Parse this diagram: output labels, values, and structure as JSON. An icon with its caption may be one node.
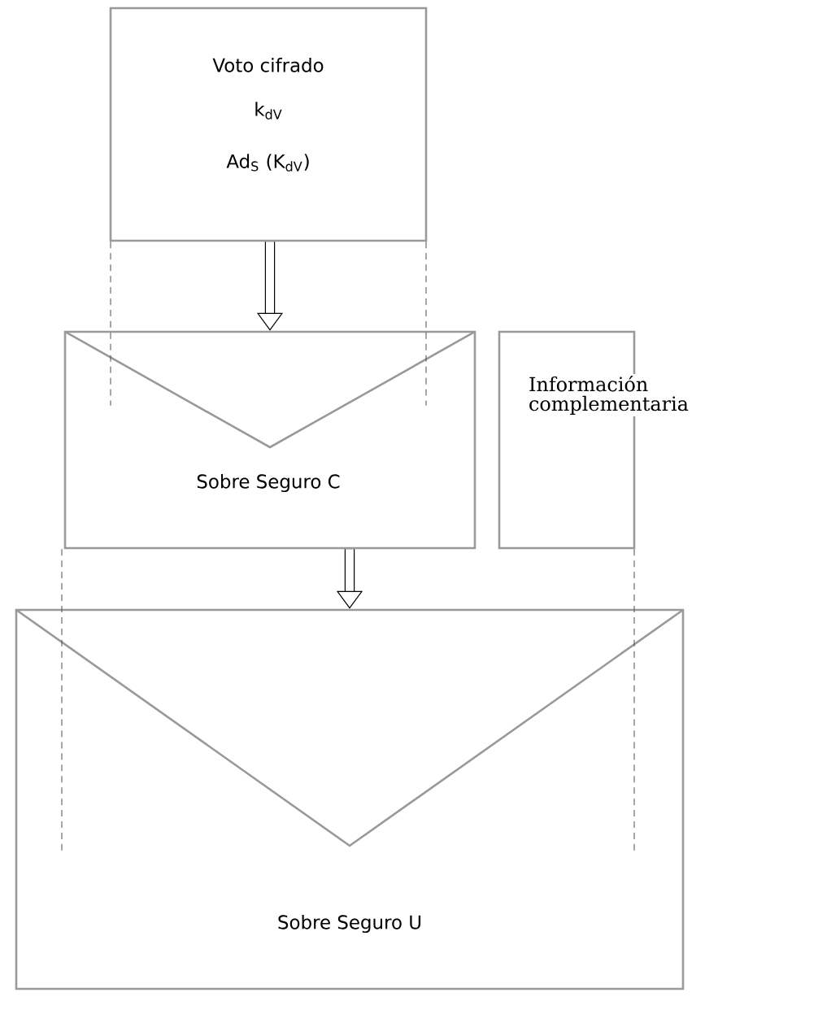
{
  "diagram": {
    "nodes": [
      {
        "text": [
          "Voto cifrado",
          "k$_{dV}$",
          "Ad$_{S}$ (K$_{dV}$)"
        ]
      },
      {
        "text": [
          "Sobre Seguro C"
        ]
      },
      {
        "text": [
          "Información complementaria"
        ]
      },
      {
        "text": [
          "Sobre Seguro U"
        ]
      }
    ],
    "edges": [
      {
        "from": 0,
        "to": 1,
        "arrow": "to",
        "style": "thick"
      },
      {
        "from": 1,
        "to": 3,
        "arrow": "to",
        "style": "thick"
      },
      {
        "from": 0,
        "to": 1,
        "arrow": "none",
        "style": "dashed"
      },
      {
        "from": 0,
        "to": 1,
        "arrow": "none",
        "style": "dashed"
      },
      {
        "from": 1,
        "to": 3,
        "arrow": "none",
        "style": "dashed"
      },
      {
        "from": 2,
        "to": 3,
        "arrow": "none",
        "style": "dashed"
      }
    ]
  }
}
